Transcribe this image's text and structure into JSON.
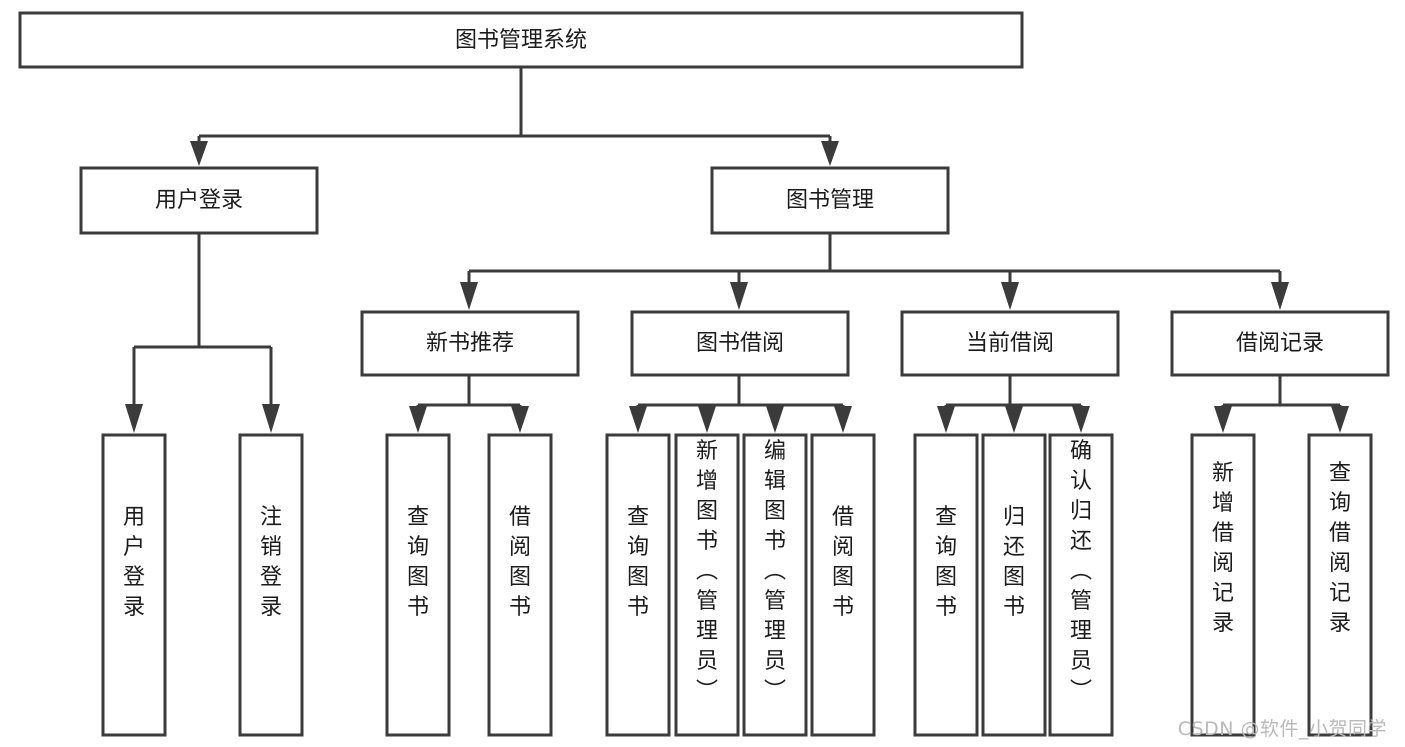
{
  "diagram": {
    "title": "图书管理系统",
    "type": "hierarchy-tree",
    "watermark": "CSDN @软件_小贺同学",
    "colors": {
      "box_border": "#3b3b3b",
      "box_fill": "#ffffff",
      "connector": "#3b3b3b",
      "text": "#1b1b1b",
      "watermark": "#b9b9b9",
      "background": "#ffffff"
    },
    "levels": {
      "root": {
        "label": "图书管理系统"
      },
      "level2": [
        {
          "label": "用户登录"
        },
        {
          "label": "图书管理"
        }
      ],
      "level3": [
        {
          "label": "新书推荐"
        },
        {
          "label": "图书借阅"
        },
        {
          "label": "当前借阅"
        },
        {
          "label": "借阅记录"
        }
      ],
      "leaves": {
        "user_login": [
          {
            "label": "用户登录"
          },
          {
            "label": "注销登录"
          }
        ],
        "new_book_recommend": [
          {
            "label": "查询图书"
          },
          {
            "label": "借阅图书"
          }
        ],
        "book_borrow": [
          {
            "label": "查询图书"
          },
          {
            "label": "新增图书（管理员）"
          },
          {
            "label": "编辑图书（管理员）"
          },
          {
            "label": "借阅图书"
          }
        ],
        "current_borrow": [
          {
            "label": "查询图书"
          },
          {
            "label": "归还图书"
          },
          {
            "label": "确认归还（管理员）"
          }
        ],
        "borrow_record": [
          {
            "label": "新增借阅记录"
          },
          {
            "label": "查询借阅记录"
          }
        ]
      }
    }
  }
}
